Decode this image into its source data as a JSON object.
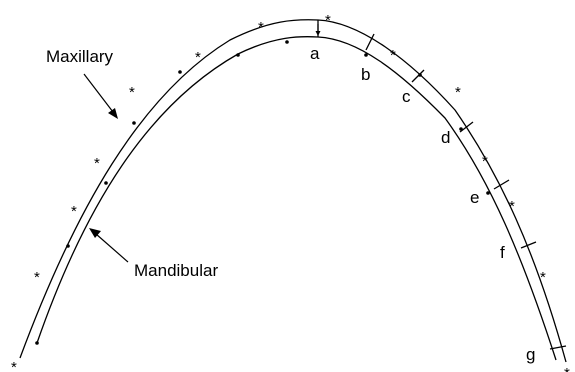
{
  "labels": {
    "maxillary": "Maxillary",
    "mandibular": "Mandibular"
  },
  "segments": [
    "a",
    "b",
    "c",
    "d",
    "e",
    "f",
    "g"
  ],
  "marker_symbol": "*",
  "colors": {
    "line": "#000000",
    "background": "#ffffff"
  }
}
